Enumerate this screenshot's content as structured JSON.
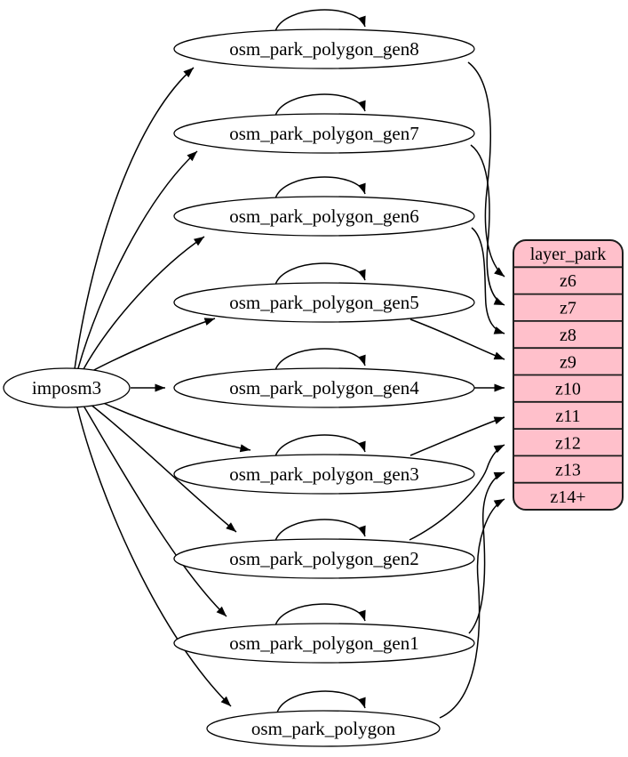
{
  "diagram": {
    "background": "#ffffff",
    "edge_color": "#000000",
    "node_fill": "#ffffff",
    "node_stroke": "#000000",
    "source": {
      "label": "imposm3"
    },
    "tables": [
      {
        "label": "osm_park_polygon_gen8",
        "zoom_target": "z6"
      },
      {
        "label": "osm_park_polygon_gen7",
        "zoom_target": "z7"
      },
      {
        "label": "osm_park_polygon_gen6",
        "zoom_target": "z8"
      },
      {
        "label": "osm_park_polygon_gen5",
        "zoom_target": "z9"
      },
      {
        "label": "osm_park_polygon_gen4",
        "zoom_target": "z10"
      },
      {
        "label": "osm_park_polygon_gen3",
        "zoom_target": "z11"
      },
      {
        "label": "osm_park_polygon_gen2",
        "zoom_target": "z12"
      },
      {
        "label": "osm_park_polygon_gen1",
        "zoom_target": "z13"
      },
      {
        "label": "osm_park_polygon",
        "zoom_target": "z14+"
      }
    ],
    "layer": {
      "title": "layer_park",
      "fill": "#ffc0cb",
      "stroke": "#1c1c1c",
      "rows": [
        "z6",
        "z7",
        "z8",
        "z9",
        "z10",
        "z11",
        "z12",
        "z13",
        "z14+"
      ]
    },
    "edges": [
      {
        "from": "imposm3",
        "to": "osm_park_polygon_gen8"
      },
      {
        "from": "imposm3",
        "to": "osm_park_polygon_gen7"
      },
      {
        "from": "imposm3",
        "to": "osm_park_polygon_gen6"
      },
      {
        "from": "imposm3",
        "to": "osm_park_polygon_gen5"
      },
      {
        "from": "imposm3",
        "to": "osm_park_polygon_gen4"
      },
      {
        "from": "imposm3",
        "to": "osm_park_polygon_gen3"
      },
      {
        "from": "imposm3",
        "to": "osm_park_polygon_gen2"
      },
      {
        "from": "imposm3",
        "to": "osm_park_polygon_gen1"
      },
      {
        "from": "imposm3",
        "to": "osm_park_polygon"
      },
      {
        "from": "osm_park_polygon_gen8",
        "to": "osm_park_polygon_gen8",
        "type": "self-loop"
      },
      {
        "from": "osm_park_polygon_gen7",
        "to": "osm_park_polygon_gen7",
        "type": "self-loop"
      },
      {
        "from": "osm_park_polygon_gen6",
        "to": "osm_park_polygon_gen6",
        "type": "self-loop"
      },
      {
        "from": "osm_park_polygon_gen5",
        "to": "osm_park_polygon_gen5",
        "type": "self-loop"
      },
      {
        "from": "osm_park_polygon_gen4",
        "to": "osm_park_polygon_gen4",
        "type": "self-loop"
      },
      {
        "from": "osm_park_polygon_gen3",
        "to": "osm_park_polygon_gen3",
        "type": "self-loop"
      },
      {
        "from": "osm_park_polygon_gen2",
        "to": "osm_park_polygon_gen2",
        "type": "self-loop"
      },
      {
        "from": "osm_park_polygon_gen1",
        "to": "osm_park_polygon_gen1",
        "type": "self-loop"
      },
      {
        "from": "osm_park_polygon",
        "to": "osm_park_polygon",
        "type": "self-loop"
      },
      {
        "from": "osm_park_polygon_gen8",
        "to": "layer_park.z6"
      },
      {
        "from": "osm_park_polygon_gen7",
        "to": "layer_park.z7"
      },
      {
        "from": "osm_park_polygon_gen6",
        "to": "layer_park.z8"
      },
      {
        "from": "osm_park_polygon_gen5",
        "to": "layer_park.z9"
      },
      {
        "from": "osm_park_polygon_gen4",
        "to": "layer_park.z10"
      },
      {
        "from": "osm_park_polygon_gen3",
        "to": "layer_park.z11"
      },
      {
        "from": "osm_park_polygon_gen2",
        "to": "layer_park.z12"
      },
      {
        "from": "osm_park_polygon_gen1",
        "to": "layer_park.z13"
      },
      {
        "from": "osm_park_polygon",
        "to": "layer_park.z14+"
      }
    ]
  }
}
